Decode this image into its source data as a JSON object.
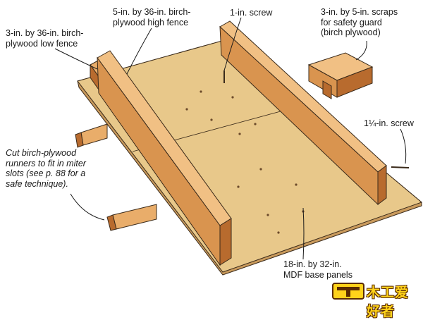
{
  "labels": {
    "low_fence": [
      "3-in. by 36-in. birch-",
      "plywood low fence"
    ],
    "high_fence": [
      "5-in. by 36-in. birch-",
      "plywood high fence"
    ],
    "screw_top": [
      "1-in. screw"
    ],
    "scraps": [
      "3-in. by 5-in. scraps",
      "for safety guard",
      "(birch plywood)"
    ],
    "screw_right": [
      "1¼-in. screw"
    ],
    "runners": [
      "Cut birch-plywood",
      "runners to fit in miter",
      "slots (see p. 88 for a",
      "safe technique)."
    ],
    "base": [
      "18-in. by 32-in.",
      "MDF base panels"
    ]
  },
  "logo": {
    "text": "木工爱好者"
  },
  "colors": {
    "mdf_top": "#e8c88a",
    "mdf_edge": "#c99a5c",
    "birch_face": "#e9ad6a",
    "birch_dark": "#b86b2e",
    "line": "#3a2a1a"
  }
}
